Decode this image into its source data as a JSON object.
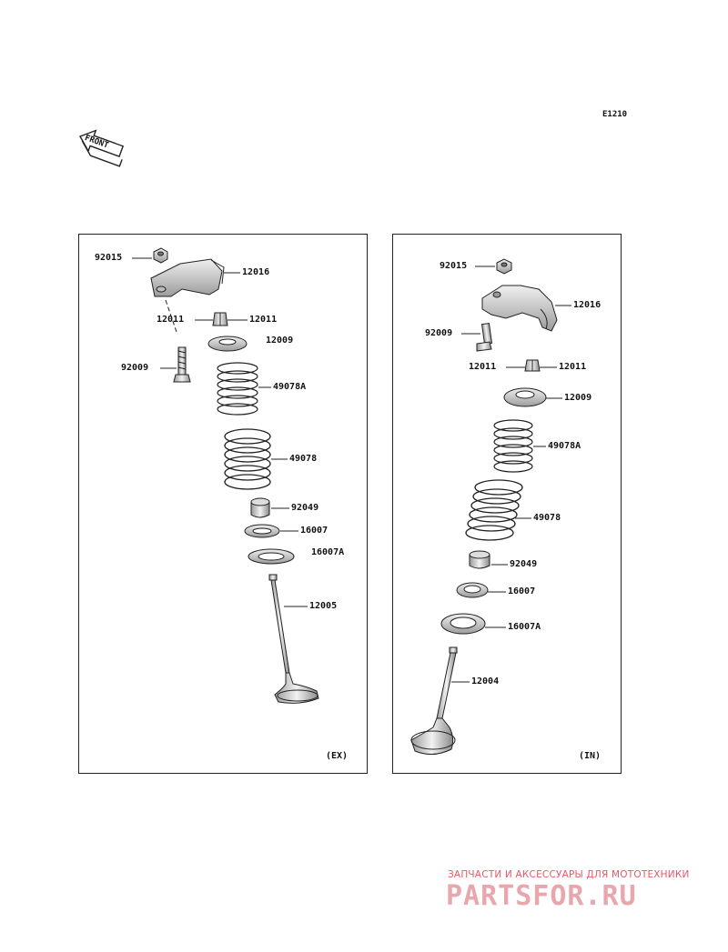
{
  "diagram_id": "E1210",
  "front_label": "FRONT",
  "ex": {
    "variant": "(EX)",
    "labels": {
      "p92015": "92015",
      "p12016": "12016",
      "p12011a": "12011",
      "p12011b": "12011",
      "p12009": "12009",
      "p92009": "92009",
      "p49078a": "49078A",
      "p49078": "49078",
      "p92049": "92049",
      "p16007": "16007",
      "p16007a": "16007A",
      "p12005": "12005"
    }
  },
  "in": {
    "variant": "(IN)",
    "labels": {
      "p92015": "92015",
      "p12016": "12016",
      "p92009": "92009",
      "p12011a": "12011",
      "p12011b": "12011",
      "p12009": "12009",
      "p49078a": "49078A",
      "p49078": "49078",
      "p92049": "92049",
      "p16007": "16007",
      "p16007a": "16007A",
      "p12004": "12004"
    }
  },
  "watermark": {
    "tagline": "ЗАПЧАСТИ И АКСЕССУАРЫ ДЛЯ МОТОТЕХНИКИ",
    "logo": "PARTSFOR.RU"
  }
}
